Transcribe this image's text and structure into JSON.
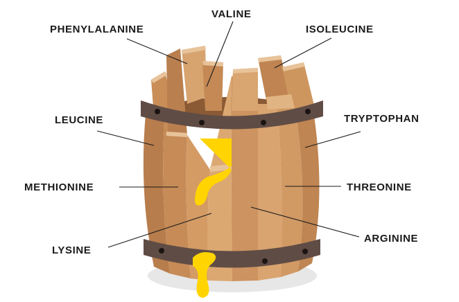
{
  "labels": {
    "phenylalanine": "PHENYLALANINE",
    "valine": "VALINE",
    "isoleucine": "ISOLEUCINE",
    "leucine": "LEUCINE",
    "tryptophan": "TRYPTOPHAN",
    "methionine": "METHIONINE",
    "threonine": "THREONINE",
    "lysine": "LYSINE",
    "arginine": "ARGININE"
  },
  "colors": {
    "text": "#1a1a1a",
    "stave": "#c98e57",
    "stave_light": "#dcae7d",
    "stave_dark": "#b5794a",
    "hoop": "#5f4c45",
    "rivet": "#1b1412",
    "liquid": "#ffd400",
    "shadow": "#e7e7e7"
  }
}
